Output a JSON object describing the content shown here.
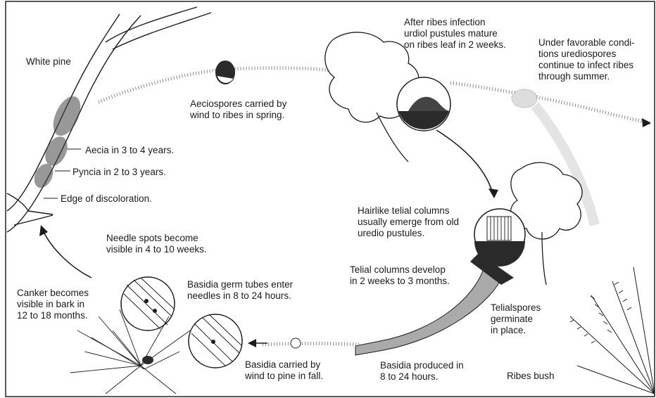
{
  "diagram": {
    "labels": {
      "white_pine": "White pine",
      "aeciospores": "Aeciospores carried by\nwind to ribes in spring.",
      "aecia": "Aecia in 3 to 4 years.",
      "pyncia": "Pyncia in 2 to 3 years.",
      "edge_discoloration": "Edge of discoloration.",
      "ribes_infection": "After ribes infection\nurdiol pustules mature\non ribes leaf in 2 weeks.",
      "urediospores": "Under favorable condi-\ntions urediospores\ncontinue to infect ribes\nthrough summer.",
      "telial_columns_emerge": "Hairlike telial columns\nusually emerge from old\nuredio pustules.",
      "telial_columns_develop": "Telial columns develop\nin 2 weeks to 3 months.",
      "teliospores": "Telialspores\ngerminate\nin place.",
      "needle_spots": "Needle spots become\nvisible in 4 to 10 weeks.",
      "basidia_germ_tubes": "Basidia germ tubes enter\nneedles in 8 to 24 hours.",
      "canker": "Canker becomes\nvisible in bark in\n12 to 18 months.",
      "basidia_carried": "Basidia carried by\nwind to pine in fall.",
      "basidia_produced": "Basidia produced in\n8 to 24 hours.",
      "ribes_bush": "Ribes bush"
    },
    "colors": {
      "ink": "#1b1b1b",
      "stipple": "#8a8a8a",
      "dark_fill": "#2a2a2a",
      "paper": "#ffffff"
    }
  }
}
